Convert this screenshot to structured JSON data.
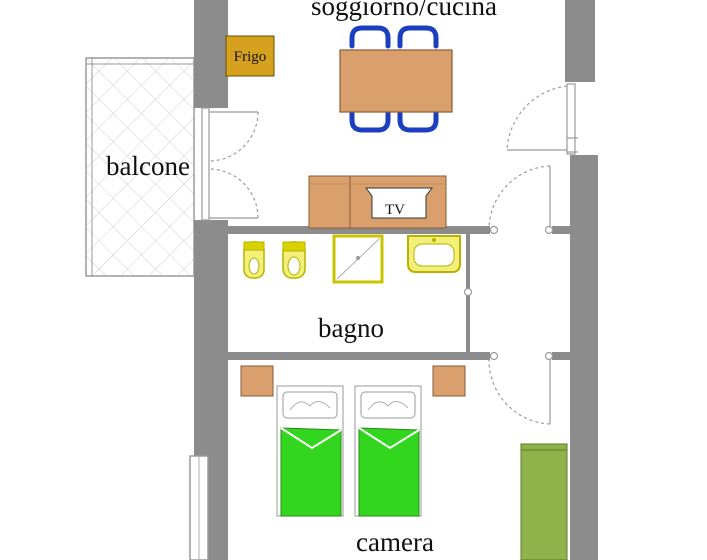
{
  "rooms": {
    "living_kitchen": "soggiorno/cucina",
    "balcony": "balcone",
    "bathroom": "bagno",
    "bedroom": "camera"
  },
  "furniture": {
    "fridge": "Frigo",
    "tv": "TV"
  },
  "colors": {
    "wall": "#8c8c8c",
    "wood": "#d9a06d",
    "wood_dark": "#8a5a35",
    "fridge": "#d6a11f",
    "sanitary": "#d8d200",
    "chair_blue": "#1b3fbf",
    "bed_green": "#33d61e",
    "wardrobe_green": "#8fb24a",
    "door_line": "#9a9a9a"
  }
}
